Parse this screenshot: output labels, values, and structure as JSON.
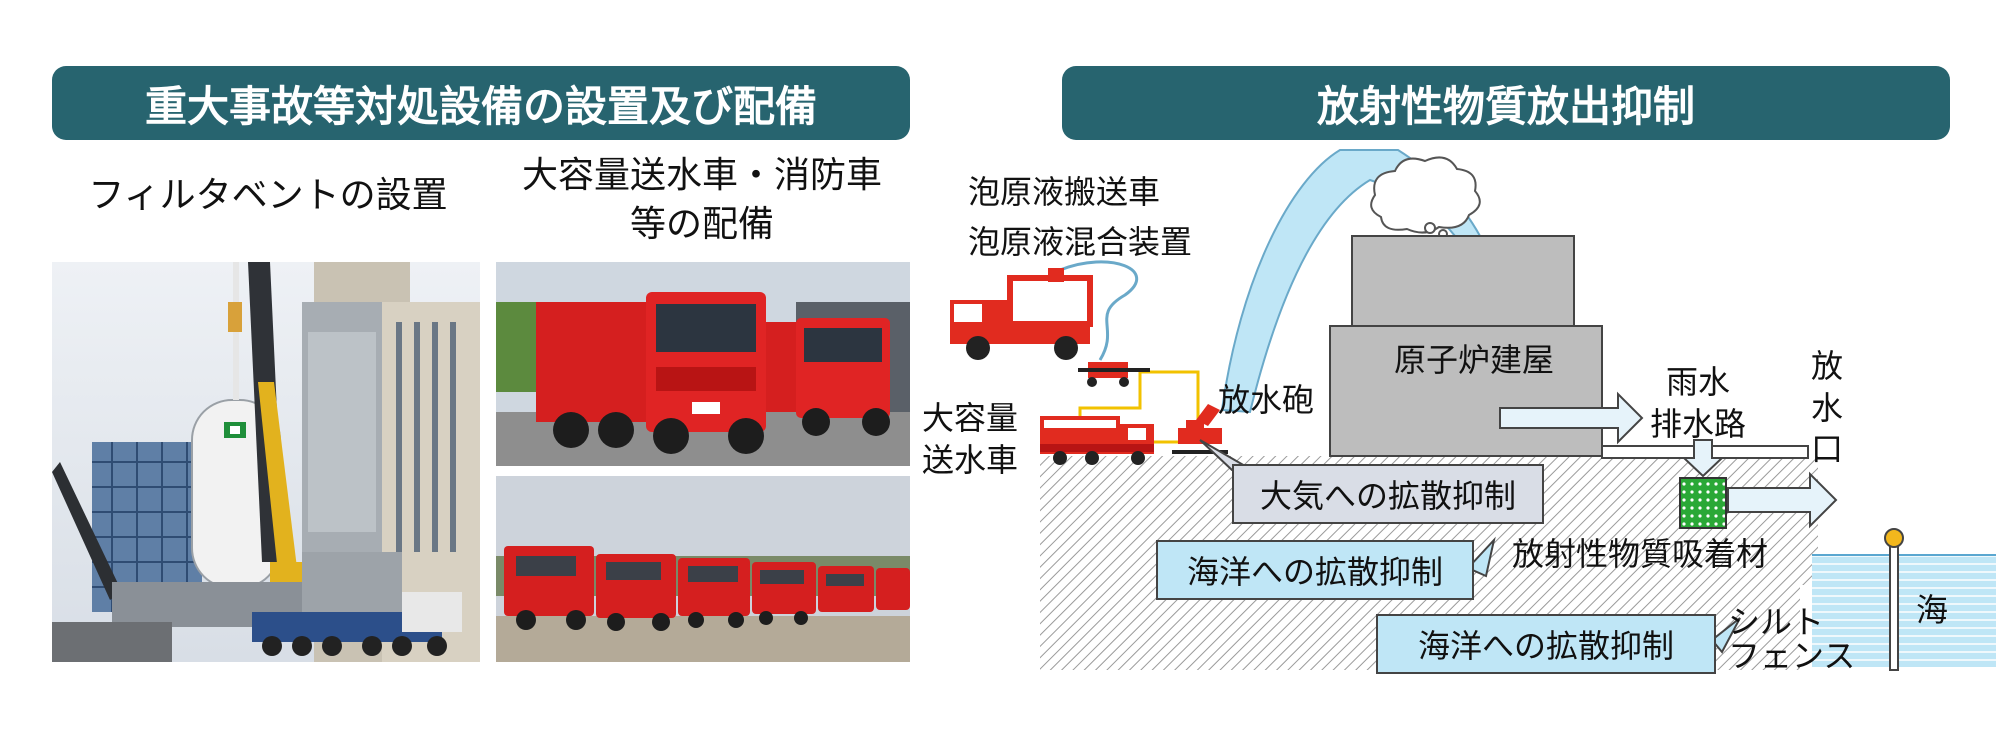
{
  "left_panel": {
    "banner": "重大事故等対処設備の設置及び配備",
    "caption_filter_vent": "フィルタベントの設置",
    "caption_trucks_line1": "大容量送水車・消防車",
    "caption_trucks_line2": "等の配備"
  },
  "right_panel": {
    "banner": "放射性物質放出抑制",
    "foam_transport_vehicle": "泡原液搬送車",
    "foam_mixing_device": "泡原液混合装置",
    "high_volume_line1": "大容量",
    "high_volume_line2": "送水車",
    "water_cannon": "放水砲",
    "reactor_building": "原子炉建屋",
    "rain_drain_line1": "雨水",
    "rain_drain_line2": "排水路",
    "outlet_line1": "放",
    "outlet_line2": "水口",
    "atmosphere_suppression": "大気への拡散抑制",
    "ocean_suppression_1": "海洋への拡散抑制",
    "adsorbent": "放射性物質吸着材",
    "ocean_suppression_2": "海洋への拡散抑制",
    "silt_fence_line1": "シルト",
    "silt_fence_line2": "フェンス",
    "sea": "海"
  },
  "colors": {
    "banner": "#27646f",
    "callout_blue": "#bfe6f6",
    "callout_grey": "#d9dde6",
    "building": "#bdbdbd",
    "water": "#bfe6f6",
    "truck_red": "#e12b1f",
    "adsorbent_green": "#2aa836"
  }
}
